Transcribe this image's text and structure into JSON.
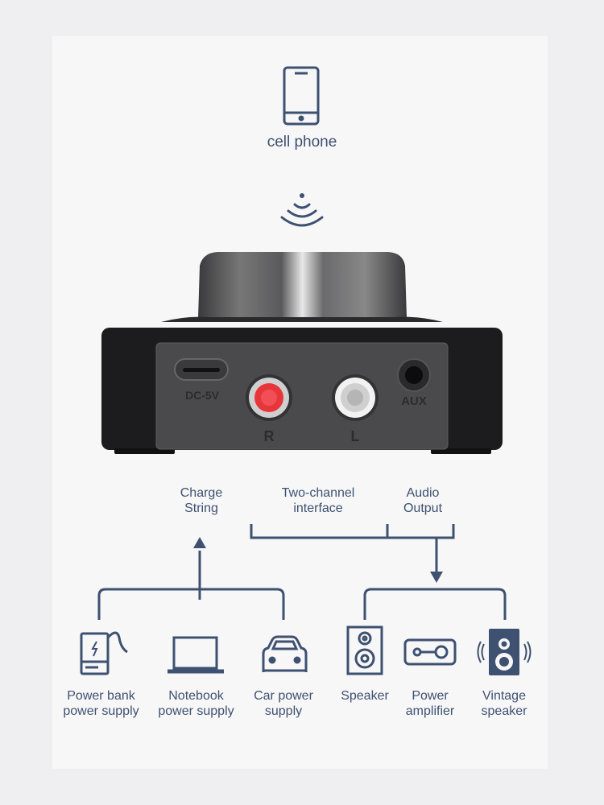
{
  "colors": {
    "ink": "#3e5170",
    "device": "#1c1c1e",
    "faceplate": "#4a4a4c",
    "rca_red": "#e8353a",
    "rca_white": "#e6e6e6"
  },
  "phone": {
    "label": "cell phone",
    "icon": "smartphone-icon"
  },
  "wireless": {
    "icon": "wireless-signal-icon"
  },
  "device": {
    "port_usb": "DC-5V",
    "port_r": "R",
    "port_l": "L",
    "port_aux": "AUX"
  },
  "labels": {
    "charge": [
      "Charge",
      "String"
    ],
    "two_channel": [
      "Two-channel",
      "interface"
    ],
    "audio_output": [
      "Audio",
      "Output"
    ]
  },
  "inputs": [
    {
      "icon": "power-bank-icon",
      "lines": [
        "Power bank",
        "power supply"
      ]
    },
    {
      "icon": "laptop-icon",
      "lines": [
        "Notebook",
        "power supply"
      ]
    },
    {
      "icon": "car-icon",
      "lines": [
        "Car power",
        "supply"
      ]
    }
  ],
  "outputs": [
    {
      "icon": "speaker-icon",
      "lines": [
        "Speaker"
      ]
    },
    {
      "icon": "amplifier-icon",
      "lines": [
        "Power",
        "amplifier"
      ]
    },
    {
      "icon": "vintage-speaker-icon",
      "lines": [
        "Vintage",
        "speaker"
      ]
    }
  ]
}
